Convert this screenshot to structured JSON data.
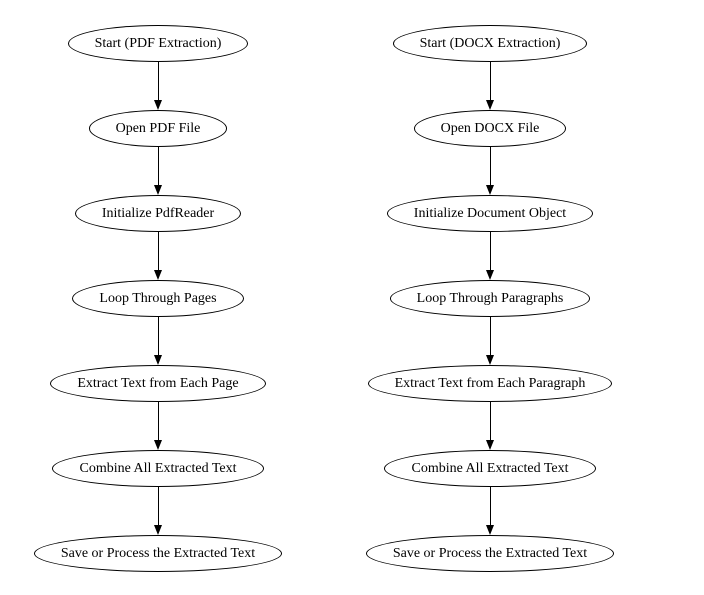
{
  "diagram": {
    "background_color": "#ffffff",
    "line_color": "#000000",
    "text_color": "#000000",
    "node_shape": "ellipse",
    "flows": [
      {
        "name": "pdf-extraction",
        "nodes": [
          "Start (PDF Extraction)",
          "Open PDF File",
          "Initialize PdfReader",
          "Loop Through Pages",
          "Extract Text from Each Page",
          "Combine All Extracted Text",
          "Save or Process the Extracted Text"
        ]
      },
      {
        "name": "docx-extraction",
        "nodes": [
          "Start (DOCX Extraction)",
          "Open DOCX File",
          "Initialize Document Object",
          "Loop Through Paragraphs",
          "Extract Text from Each Paragraph",
          "Combine All Extracted Text",
          "Save or Process the Extracted Text"
        ]
      }
    ]
  }
}
